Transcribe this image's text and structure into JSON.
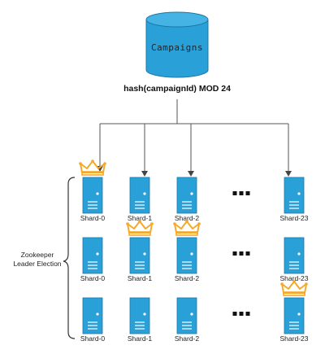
{
  "database": {
    "label": "Campaigns"
  },
  "routing": {
    "formula": "hash(campaignId) MOD 24"
  },
  "election": {
    "line1": "Zookeeper",
    "line2": "Leader Election"
  },
  "rows": [
    {
      "shards": [
        {
          "label": "Shard-0",
          "leader": true
        },
        {
          "label": "Shard-1",
          "leader": false
        },
        {
          "label": "Shard-2",
          "leader": false
        },
        {
          "label": "Shard-23",
          "leader": false
        }
      ]
    },
    {
      "shards": [
        {
          "label": "Shard-0",
          "leader": false
        },
        {
          "label": "Shard-1",
          "leader": true
        },
        {
          "label": "Shard-2",
          "leader": true
        },
        {
          "label": "Shard-23",
          "leader": false
        }
      ]
    },
    {
      "shards": [
        {
          "label": "Shard-0",
          "leader": false
        },
        {
          "label": "Shard-1",
          "leader": false
        },
        {
          "label": "Shard-2",
          "leader": false
        },
        {
          "label": "Shard-23",
          "leader": true
        }
      ]
    }
  ],
  "colors": {
    "cylinder": "#2aa0d8",
    "server": "#2aa0d8",
    "crown": "#f4a92a",
    "dots": "#111111"
  }
}
